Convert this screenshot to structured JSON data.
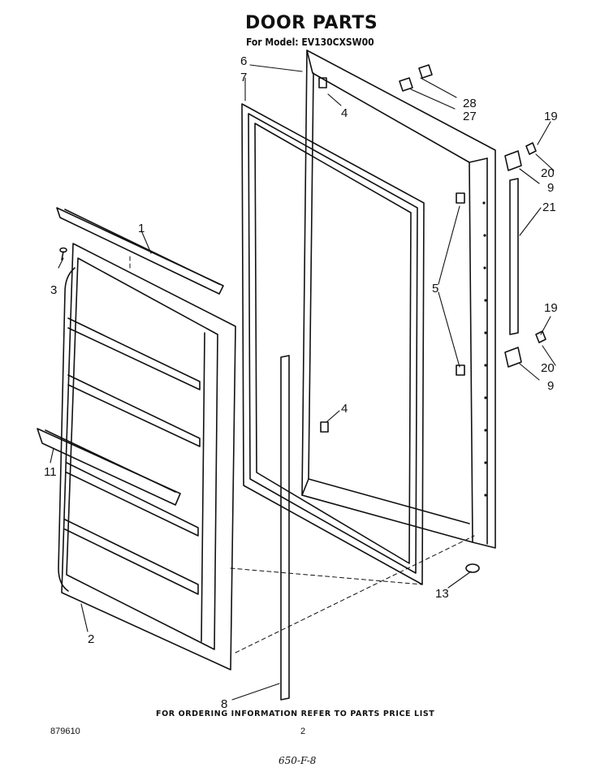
{
  "header": {
    "title": "DOOR PARTS",
    "model_line": "For Model: EV130CXSW00"
  },
  "footer": {
    "order_note": "FOR ORDERING INFORMATION REFER TO PARTS PRICE LIST",
    "doc_number": "879610",
    "page_number": "2",
    "handwritten_mark": "650-F-8"
  },
  "callouts": [
    "6",
    "7",
    "4",
    "28",
    "27",
    "19",
    "20",
    "9",
    "21",
    "1",
    "3",
    "5",
    "19",
    "20",
    "9",
    "4",
    "11",
    "2",
    "13",
    "8"
  ]
}
